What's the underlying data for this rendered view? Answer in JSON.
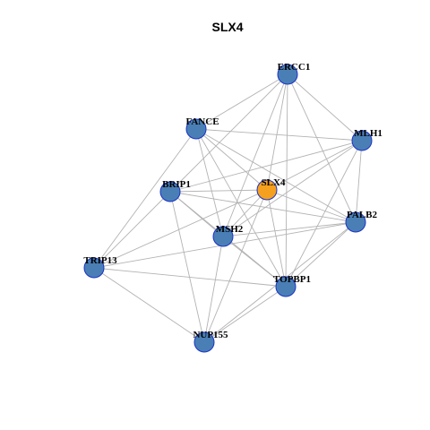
{
  "title": "SLX4",
  "colors": {
    "hub_node": "#f5a01e",
    "node": "#4a7fb5",
    "node_border": "#1a33c8",
    "edge": "#b3b3b3"
  },
  "network": {
    "hub": "SLX4",
    "nodes": [
      {
        "id": "ERCC1",
        "label": "ERCC1"
      },
      {
        "id": "FANCE",
        "label": "FANCE"
      },
      {
        "id": "MLH1",
        "label": "MLH1"
      },
      {
        "id": "SLX4",
        "label": "SLX4"
      },
      {
        "id": "BRIP1",
        "label": "BRIP1"
      },
      {
        "id": "PALB2",
        "label": "PALB2"
      },
      {
        "id": "MSH2",
        "label": "MSH2"
      },
      {
        "id": "TRIP13",
        "label": "TRIP13"
      },
      {
        "id": "TOPBP1",
        "label": "TOPBP1"
      },
      {
        "id": "NUP155",
        "label": "NUP155"
      }
    ],
    "edges": [
      [
        "ERCC1",
        "FANCE"
      ],
      [
        "ERCC1",
        "MLH1"
      ],
      [
        "ERCC1",
        "SLX4"
      ],
      [
        "ERCC1",
        "BRIP1"
      ],
      [
        "ERCC1",
        "PALB2"
      ],
      [
        "ERCC1",
        "MSH2"
      ],
      [
        "ERCC1",
        "TOPBP1"
      ],
      [
        "FANCE",
        "MLH1"
      ],
      [
        "FANCE",
        "SLX4"
      ],
      [
        "FANCE",
        "PALB2"
      ],
      [
        "FANCE",
        "MSH2"
      ],
      [
        "FANCE",
        "TRIP13"
      ],
      [
        "FANCE",
        "TOPBP1"
      ],
      [
        "MLH1",
        "SLX4"
      ],
      [
        "MLH1",
        "BRIP1"
      ],
      [
        "MLH1",
        "PALB2"
      ],
      [
        "MLH1",
        "MSH2"
      ],
      [
        "MLH1",
        "TOPBP1"
      ],
      [
        "SLX4",
        "BRIP1"
      ],
      [
        "SLX4",
        "MSH2"
      ],
      [
        "SLX4",
        "TRIP13"
      ],
      [
        "SLX4",
        "TOPBP1"
      ],
      [
        "SLX4",
        "NUP155"
      ],
      [
        "SLX4",
        "PALB2"
      ],
      [
        "BRIP1",
        "PALB2"
      ],
      [
        "BRIP1",
        "MSH2"
      ],
      [
        "BRIP1",
        "TRIP13"
      ],
      [
        "BRIP1",
        "TOPBP1"
      ],
      [
        "BRIP1",
        "NUP155"
      ],
      [
        "PALB2",
        "MSH2"
      ],
      [
        "PALB2",
        "TRIP13"
      ],
      [
        "PALB2",
        "TOPBP1"
      ],
      [
        "PALB2",
        "NUP155"
      ],
      [
        "MSH2",
        "TOPBP1"
      ],
      [
        "MSH2",
        "NUP155"
      ],
      [
        "TRIP13",
        "TOPBP1"
      ],
      [
        "TRIP13",
        "NUP155"
      ],
      [
        "TOPBP1",
        "NUP155"
      ]
    ]
  }
}
